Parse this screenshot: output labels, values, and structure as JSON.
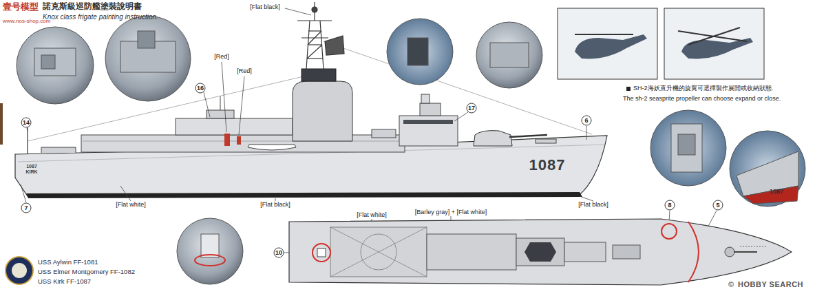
{
  "diagram": {
    "title": "諾克斯級巡防艦塗裝說明書",
    "labels": [
      "壹号模型",
      "www.nos-shop.com",
      "Knox class frigate painting instruction.",
      "[Flat black]",
      "[Red]",
      "[Red]",
      "16",
      "17",
      "14",
      "6",
      "1087",
      "1087",
      "KIRK",
      "7",
      "[Flat white]",
      "[Flat black]",
      "[Flat black]",
      "[Barley gray] + [Flat white]",
      "[Flat white]",
      "8",
      "5",
      "10",
      "USS Aylwin FF-1081",
      "USS Elmer Montgomery FF-1082",
      "USS Kirk FF-1087",
      "SH-2海妖直升機的旋翼可選擇製作展開或收納狀態.",
      "The sh-2 seasprite propeller can choose expand or close.",
      "1087",
      "©",
      "HOBBY SEARCH"
    ]
  }
}
